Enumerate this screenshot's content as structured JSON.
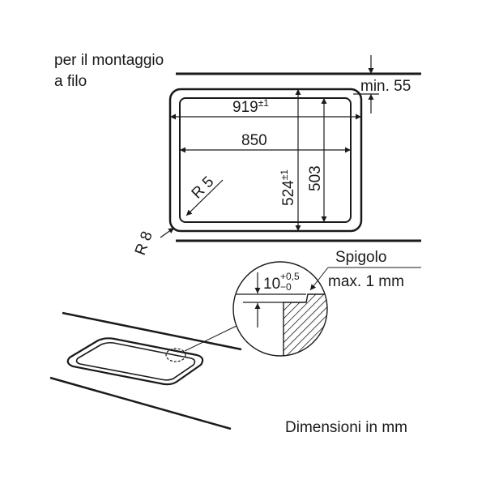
{
  "title_line1": "per il montaggio",
  "title_line2": "a filo",
  "dims": {
    "min_gap": "min. 55",
    "outer_width": "919",
    "outer_width_tol": "±1",
    "inner_width": "850",
    "outer_depth": "524",
    "outer_depth_tol": "±1",
    "inner_depth": "503",
    "inner_radius": "R 5",
    "outer_radius": "R 8"
  },
  "detail": {
    "edge_label": "Spigolo",
    "edge_max": "max. 1 mm",
    "depth_value": "10",
    "depth_tol_plus": "+0,5",
    "depth_tol_minus": "−0"
  },
  "footer": "Dimensioni in mm",
  "colors": {
    "ink": "#1a1a1a",
    "paper": "#ffffff"
  }
}
